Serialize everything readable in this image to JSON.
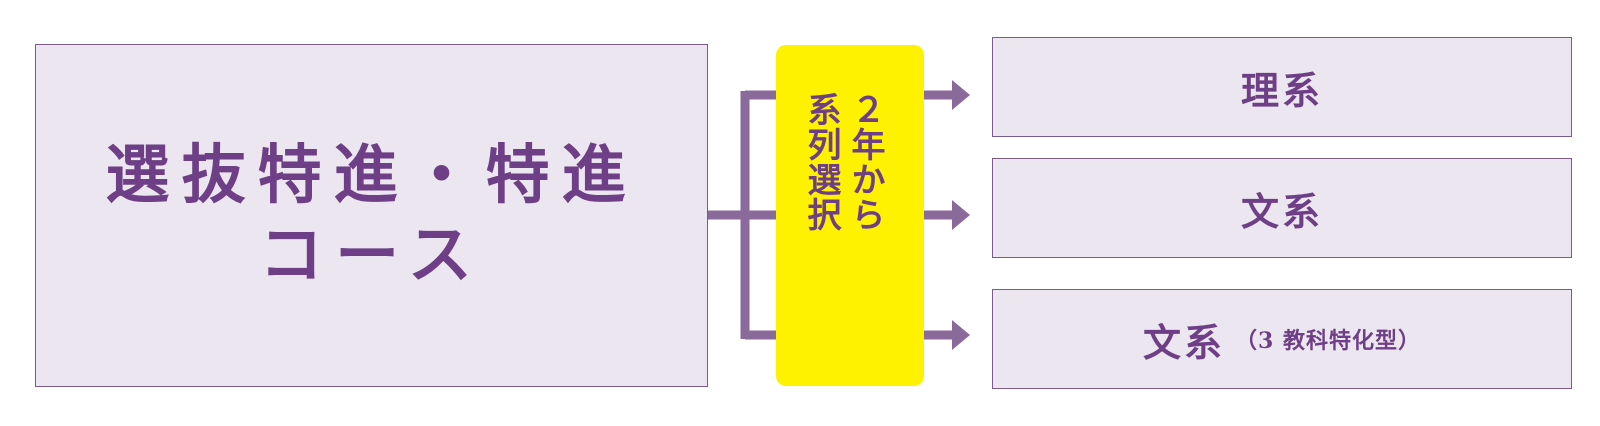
{
  "course": {
    "title_line1": "選抜特進・特進",
    "title_line2": "コース"
  },
  "selection": {
    "col1": "２年から",
    "col2": "系列選択"
  },
  "targets": [
    {
      "label": "理系",
      "sub": ""
    },
    {
      "label": "文系",
      "sub": ""
    },
    {
      "label": "文系",
      "sub": "（3 教科特化型）"
    }
  ],
  "colors": {
    "box_fill": "#ebe6ef",
    "box_border": "#7a5b8a",
    "text": "#6e3f86",
    "connector": "#8a6a9a",
    "highlight": "#fff200"
  }
}
